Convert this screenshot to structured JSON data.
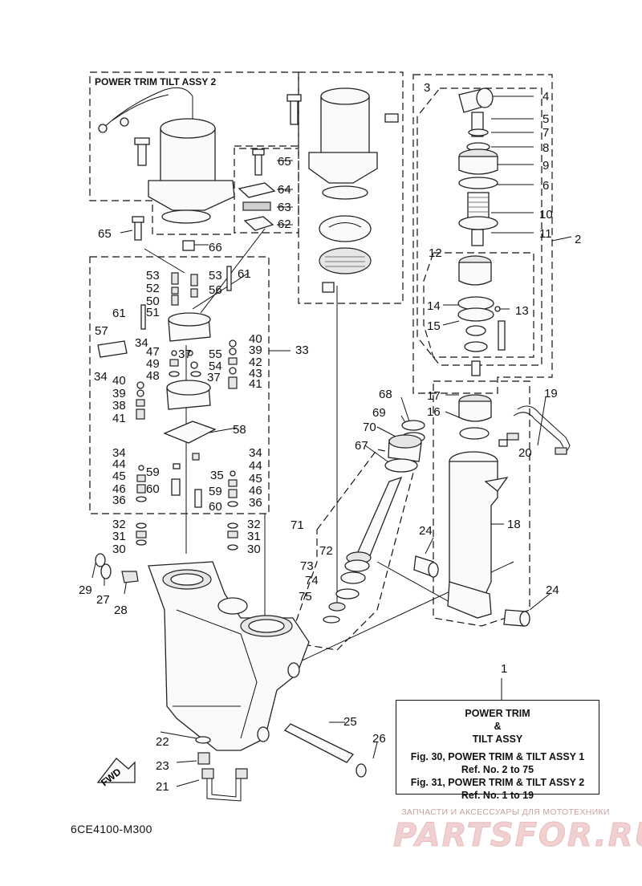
{
  "group_title": "POWER TRIM TILT ASSY 2",
  "reference": {
    "line1": "POWER TRIM",
    "line2": "&",
    "line3": "TILT ASSY",
    "line4": "Fig. 30, POWER TRIM & TILT ASSY 1",
    "line5": "Ref. No. 2 to 75",
    "line6": "Fig. 31, POWER TRIM & TILT ASSY 2",
    "line7": "Ref. No. 1 to 19"
  },
  "drawing_code": "6CE4100-M300",
  "watermark": {
    "caption": "ЗАПЧАСТИ И АКСЕССУАРЫ ДЛЯ МОТОТЕХНИКИ",
    "logo": "PARTSFOR.RU"
  },
  "fwd_label": "FWD",
  "callouts": {
    "c1": "1",
    "c2": "2",
    "c3": "3",
    "c4": "4",
    "c5": "5",
    "c6": "6",
    "c7": "7",
    "c8": "8",
    "c9": "9",
    "c10": "10",
    "c11": "11",
    "c12": "12",
    "c13": "13",
    "c14": "14",
    "c15": "15",
    "c16": "16",
    "c17": "17",
    "c18": "18",
    "c19": "19",
    "c20": "20",
    "c21": "21",
    "c22": "22",
    "c23": "23",
    "c24a": "24",
    "c24b": "24",
    "c25": "25",
    "c26": "26",
    "c27": "27",
    "c28": "28",
    "c29": "29",
    "c30a": "30",
    "c30b": "30",
    "c31a": "31",
    "c31b": "31",
    "c32a": "32",
    "c32b": "32",
    "c33": "33",
    "c34a": "34",
    "c34b": "34",
    "c34c": "34",
    "c34d": "34",
    "c35": "35",
    "c36a": "36",
    "c36b": "36",
    "c37a": "37",
    "c37b": "37",
    "c38": "38",
    "c39a": "39",
    "c39b": "39",
    "c40a": "40",
    "c40b": "40",
    "c41a": "41",
    "c41b": "41",
    "c42": "42",
    "c43": "43",
    "c44a": "44",
    "c44b": "44",
    "c45a": "45",
    "c45b": "45",
    "c46a": "46",
    "c46b": "46",
    "c47": "47",
    "c48": "48",
    "c49": "49",
    "c50": "50",
    "c51": "51",
    "c52": "52",
    "c53a": "53",
    "c53b": "53",
    "c54": "54",
    "c55": "55",
    "c56": "56",
    "c57": "57",
    "c58": "58",
    "c59a": "59",
    "c59b": "59",
    "c60a": "60",
    "c60b": "60",
    "c61a": "61",
    "c61b": "61",
    "c62": "62",
    "c63": "63",
    "c64": "64",
    "c65a": "65",
    "c65b": "65",
    "c66": "66",
    "c67": "67",
    "c68": "68",
    "c69": "69",
    "c70": "70",
    "c71": "71",
    "c72": "72",
    "c73": "73",
    "c74": "74",
    "c75": "75"
  }
}
